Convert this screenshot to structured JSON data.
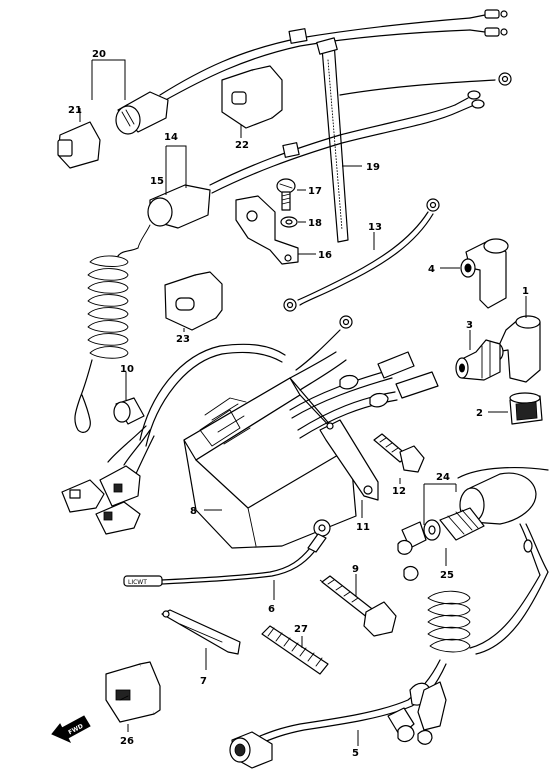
{
  "labels": {
    "p1": "1",
    "p2": "2",
    "p3": "3",
    "p4": "4",
    "p5": "5",
    "p6": "6",
    "p7": "7",
    "p8": "8",
    "p9": "9",
    "p10": "10",
    "p11": "11",
    "p12": "12",
    "p13": "13",
    "p14": "14",
    "p15": "15",
    "p16": "16",
    "p17": "17",
    "p18": "18",
    "p19": "19",
    "p20": "20",
    "p21": "21",
    "p22": "22",
    "p23": "23",
    "p24": "24",
    "p25": "25",
    "p26": "26",
    "p27": "27"
  },
  "fwd": "FWD",
  "tag_text": "LICWT"
}
